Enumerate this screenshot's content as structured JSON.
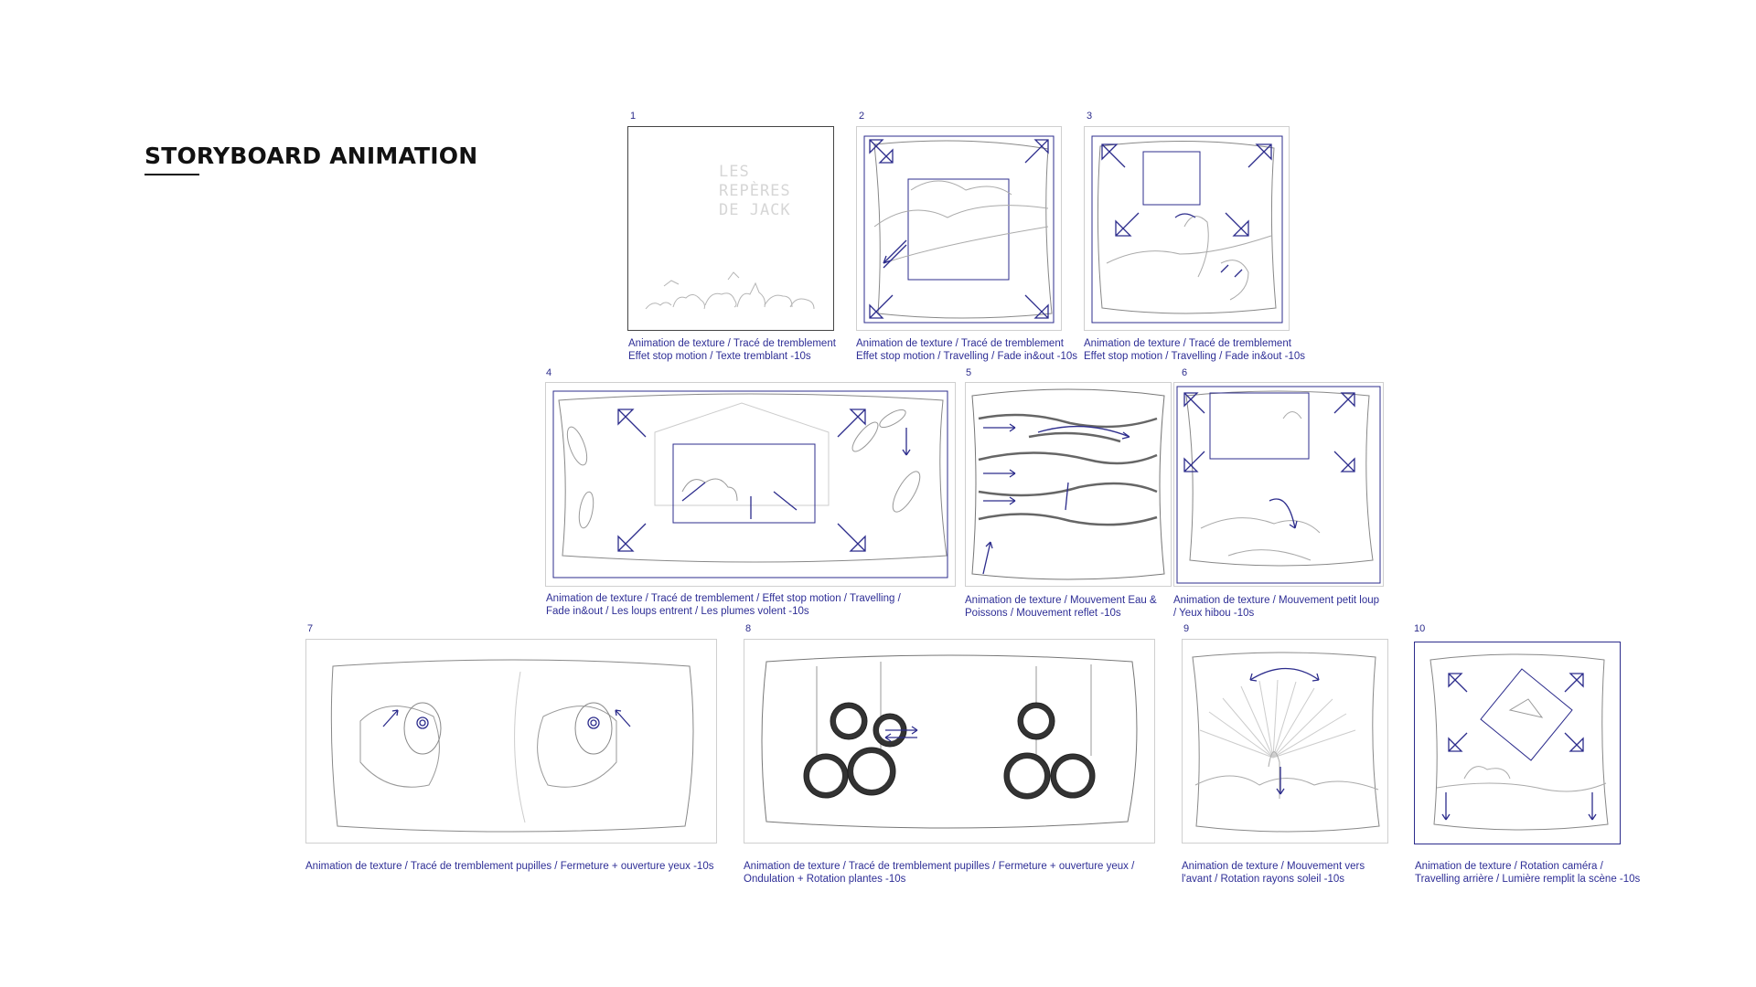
{
  "title": "STORYBOARD ANIMATION",
  "panels": [
    {
      "num": "1",
      "caption": "Animation de texture / Tracé de tremblement\nEffet stop motion / Texte tremblant -10s",
      "logo_text": "LES\nREPÈRES\nDE JACK"
    },
    {
      "num": "2",
      "caption": "Animation de texture / Tracé de tremblement\nEffet stop motion / Travelling / Fade in&out -10s"
    },
    {
      "num": "3",
      "caption": "Animation de texture / Tracé de tremblement\nEffet stop motion / Travelling / Fade in&out -10s"
    },
    {
      "num": "4",
      "caption": "Animation de texture / Tracé de tremblement / Effet stop motion / Travelling /\nFade in&out / Les loups entrent / Les plumes volent -10s"
    },
    {
      "num": "5",
      "caption": "Animation de texture / Mouvement Eau &\nPoissons / Mouvement reflet -10s"
    },
    {
      "num": "6",
      "caption": "Animation de texture / Mouvement petit loup\n/ Yeux hibou -10s"
    },
    {
      "num": "7",
      "caption": "Animation de texture / Tracé de tremblement pupilles / Fermeture + ouverture yeux -10s"
    },
    {
      "num": "8",
      "caption": "Animation de texture / Tracé de tremblement pupilles / Fermeture + ouverture yeux /\nOndulation + Rotation plantes -10s"
    },
    {
      "num": "9",
      "caption": "Animation de texture / Mouvement vers\nl'avant / Rotation rayons soleil -10s"
    },
    {
      "num": "10",
      "caption": "Animation de texture / Rotation caméra /\nTravelling arrière / Lumière remplit la scène -10s"
    }
  ],
  "colors": {
    "accent": "#2c2c8c",
    "sketch": "#8a8a8a",
    "frame": "#cfcfcf"
  }
}
